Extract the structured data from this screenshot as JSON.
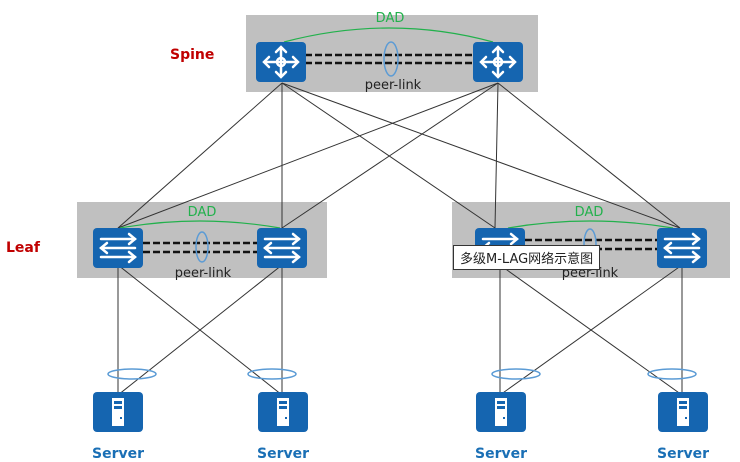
{
  "title": "多级M-LAG网络示意图",
  "tiers": {
    "spine": "Spine",
    "leaf": "Leaf"
  },
  "groups": [
    {
      "id": "spine",
      "dad_label": "DAD",
      "peer_label": "peer-link",
      "device_type": "spine-switch"
    },
    {
      "id": "leaf-left",
      "dad_label": "DAD",
      "peer_label": "peer-link",
      "device_type": "leaf-switch"
    },
    {
      "id": "leaf-right",
      "dad_label": "DAD",
      "peer_label": "peer-link",
      "device_type": "leaf-switch"
    }
  ],
  "servers": [
    {
      "label": "Server"
    },
    {
      "label": "Server"
    },
    {
      "label": "Server"
    },
    {
      "label": "Server"
    }
  ],
  "colors": {
    "device_blue": "#1565b0",
    "group_bg": "#c0c0c0",
    "dad_green": "#22b14c",
    "tier_red": "#c00000",
    "server_label": "#1a6fb5",
    "lag_ring": "#5b9bd5"
  }
}
